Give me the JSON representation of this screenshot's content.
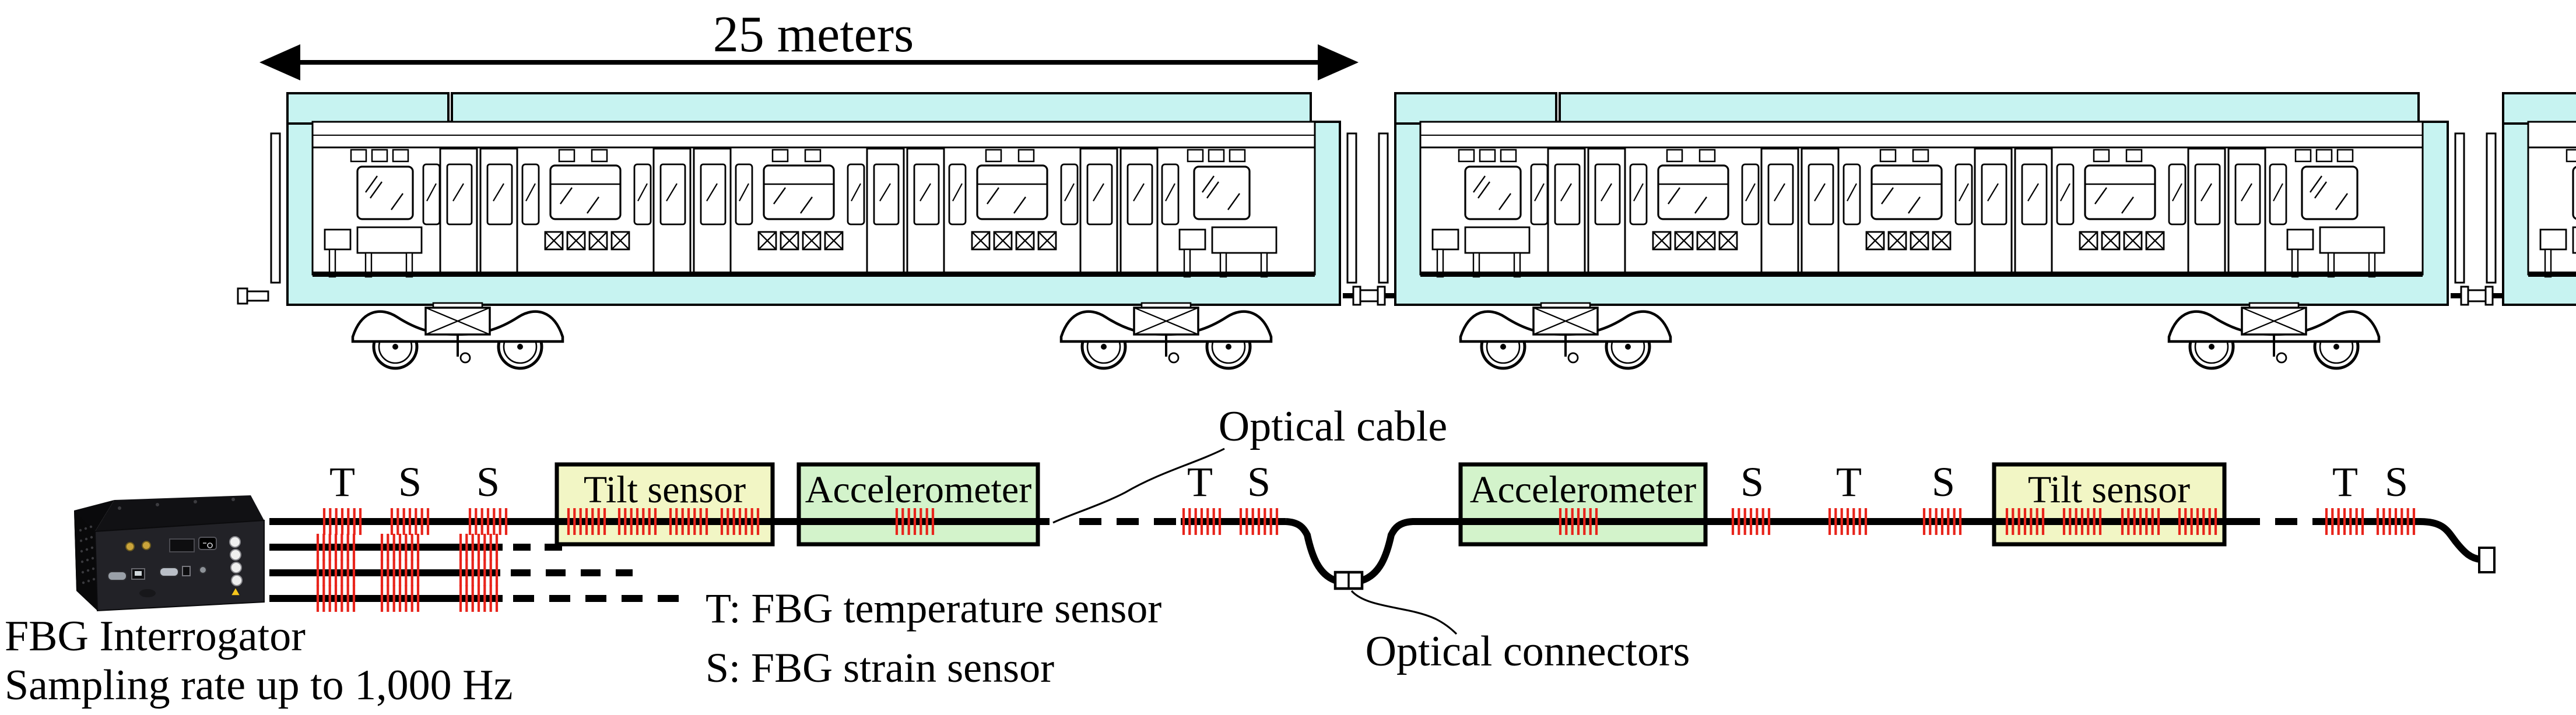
{
  "diagram": {
    "dimension_label": "25 meters",
    "interrogator": {
      "label": "FBG Interrogator",
      "sampling": "Sampling rate up to 1,000 Hz",
      "channel_count": 4
    },
    "legend": {
      "temperature": "T: FBG temperature sensor",
      "strain": "S: FBG strain sensor"
    },
    "labels": {
      "optical_cable": "Optical cable",
      "optical_connectors": "Optical connectors"
    },
    "sensor_boxes": [
      {
        "id": "tilt-sensor-1",
        "label": "Tilt sensor",
        "type": "tilt"
      },
      {
        "id": "accelerometer-1",
        "label": "Accelerometer",
        "type": "accelerometer"
      },
      {
        "id": "accelerometer-2",
        "label": "Accelerometer",
        "type": "accelerometer"
      },
      {
        "id": "tilt-sensor-2",
        "label": "Tilt sensor",
        "type": "tilt"
      }
    ],
    "fbg_markers": {
      "segment1": [
        "T",
        "S",
        "S"
      ],
      "segment2": [
        "T",
        "S"
      ],
      "segment3": [
        "S",
        "T",
        "S"
      ],
      "segment4": [
        "T",
        "S"
      ]
    },
    "colors": {
      "train_body": "#c7f3f1",
      "tilt_box": "#f2f6c5",
      "accelerometer_box": "#d3f3cb",
      "fbg_grating": "#e8241b",
      "cable": "#000000"
    }
  }
}
